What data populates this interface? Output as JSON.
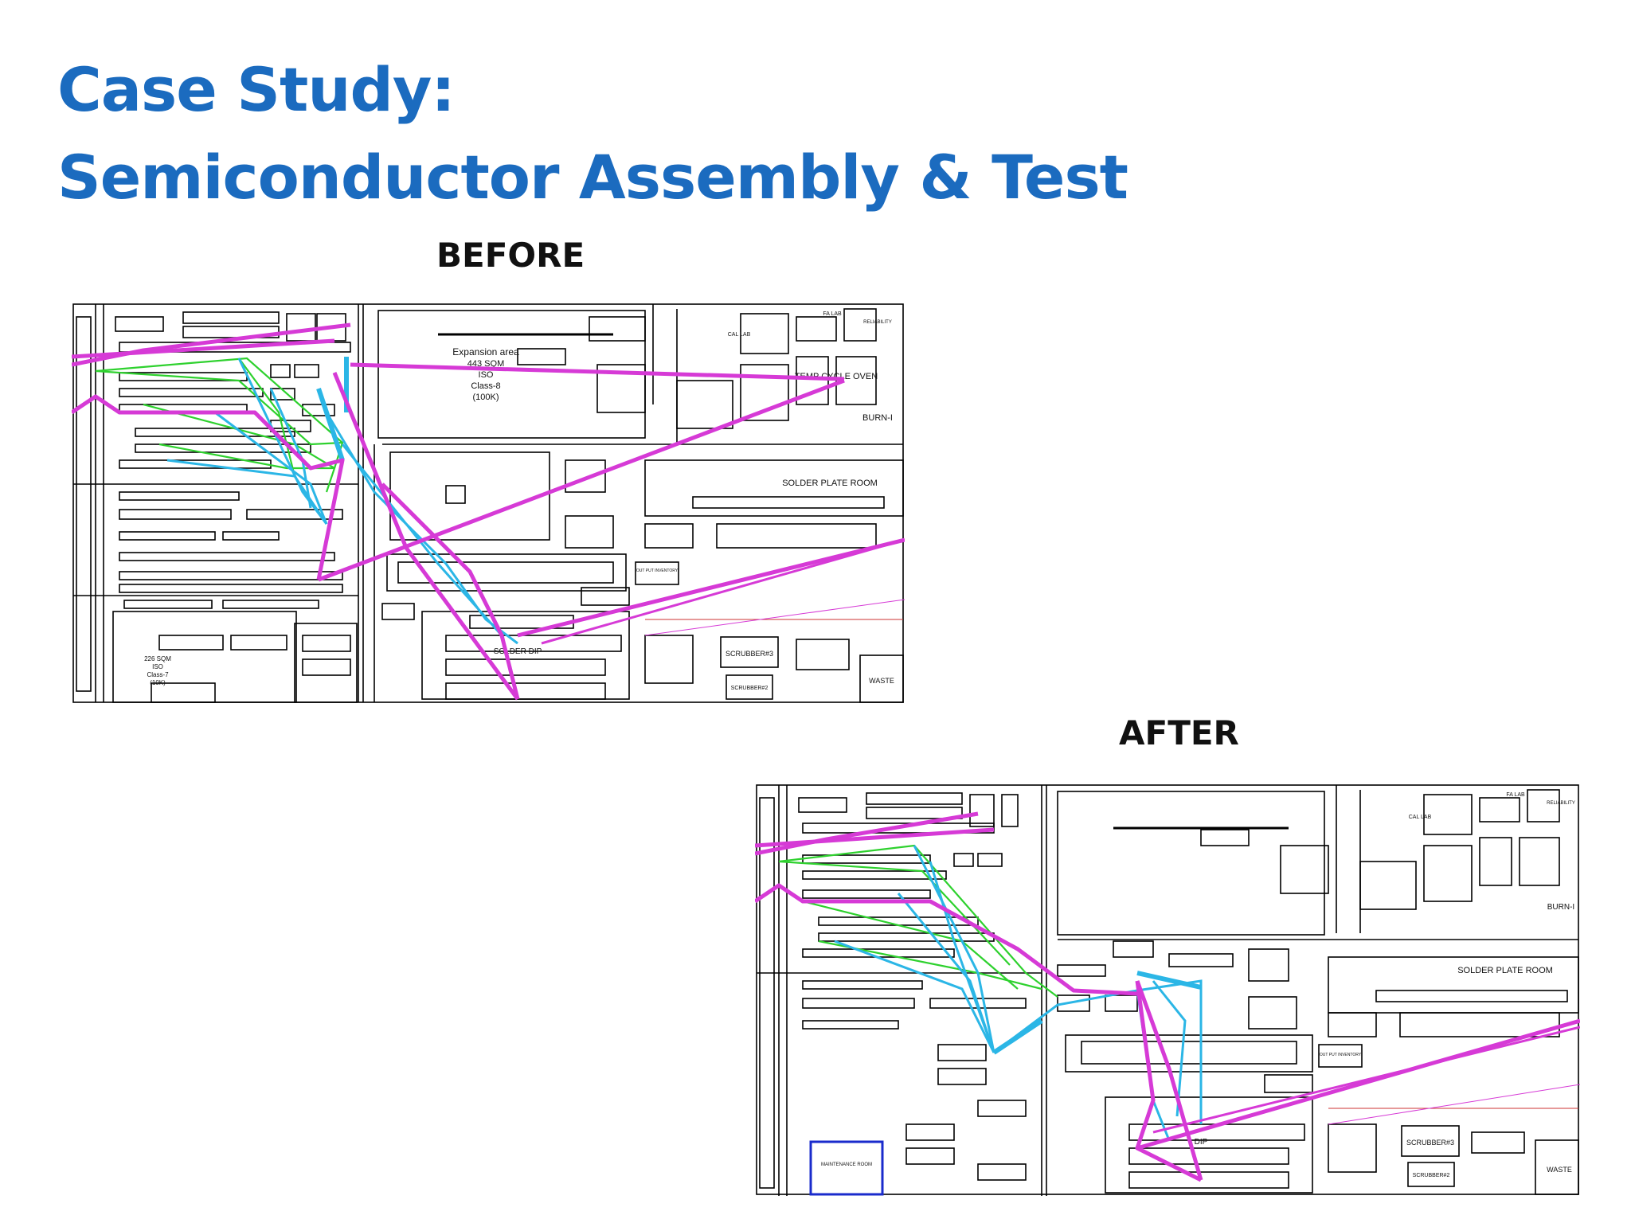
{
  "slide": {
    "title_line1": "Case Study:",
    "title_line2": "Semiconductor Assembly & Test",
    "title_color": "#1b6bbf"
  },
  "before": {
    "label": "BEFORE",
    "texts": {
      "expansion_area": "Expansion area",
      "expansion_sqm": "443 SQM",
      "iso": "ISO",
      "class8": "Class-8",
      "class8_val": "(100K)",
      "temp_cycle_oven": "TEMP CYCLE OVEN",
      "burn_in": "BURN-I",
      "solder_plate_room": "SOLDER PLATE ROOM",
      "cal_lab": "CAL LAB",
      "fa_lab": "FA LAB",
      "reliability": "RELIABILITY",
      "scrubber3": "SCRUBBER#3",
      "scrubber2": "SCRUBBER#2",
      "waste": "WASTE",
      "sqm_226": "226 SQM",
      "iso2": "ISO",
      "class7": "Class-7",
      "class7_val": "(10K)",
      "solder_dip": "SOLDER DIP",
      "out_put_inventory": "OUT PUT INVENTORY"
    }
  },
  "after": {
    "label": "AFTER",
    "texts": {
      "solder_plate_room": "SOLDER PLATE ROOM",
      "burn_in": "BURN-I",
      "cal_lab": "CAL LAB",
      "fa_lab": "FA LAB",
      "reliability": "RELIABILITY",
      "scrubber3": "SCRUBBER#3",
      "scrubber2": "SCRUBBER#2",
      "waste": "WASTE",
      "maintenance_room": "MAINTENANCE ROOM",
      "solder_dip": "DIP",
      "out_put_inventory": "OUT PUT INVENTORY"
    }
  },
  "colors": {
    "magenta_flow": "#d63ad6",
    "cyan_flow": "#2bb6e6",
    "green_flow": "#2ed12e",
    "cad_lines": "#000000",
    "maintenance_outline": "#1a2bcc"
  }
}
